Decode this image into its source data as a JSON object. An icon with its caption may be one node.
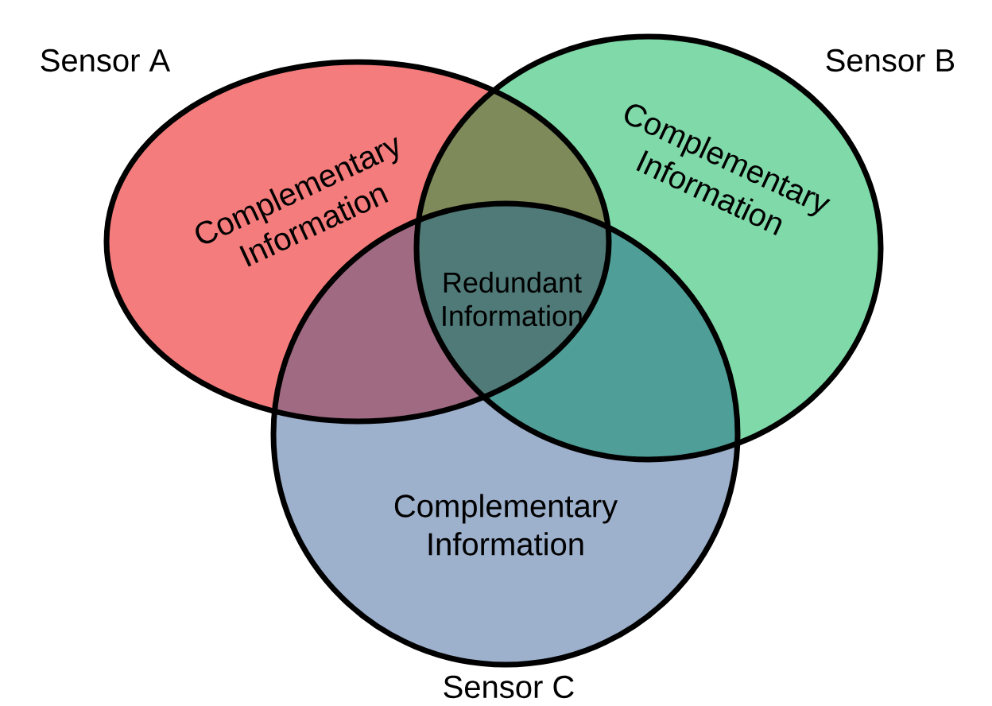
{
  "diagram": {
    "nodes": [
      {
        "text": [
          "Complementary Information"
        ],
        "beside": [
          "Sensor A"
        ]
      },
      {
        "text": [
          "Complementary Information"
        ],
        "beside": [
          "Sensor B"
        ]
      },
      {
        "text": [
          "Complementary Information"
        ],
        "beside": [
          "Sensor C"
        ]
      }
    ],
    "labels": [
      "Redundant Information"
    ]
  }
}
